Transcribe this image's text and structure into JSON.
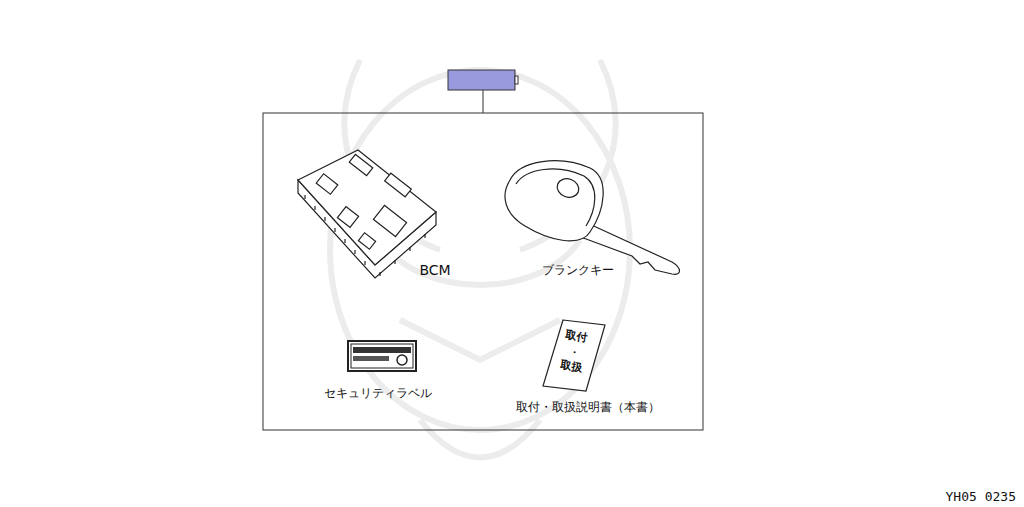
{
  "diagram": {
    "labels": [
      "BCM",
      "ブランクキー",
      "セキュリティラベル",
      "取付・取扱説明書（本書）",
      "取付",
      "・",
      "取扱",
      "YH05 0235"
    ]
  }
}
